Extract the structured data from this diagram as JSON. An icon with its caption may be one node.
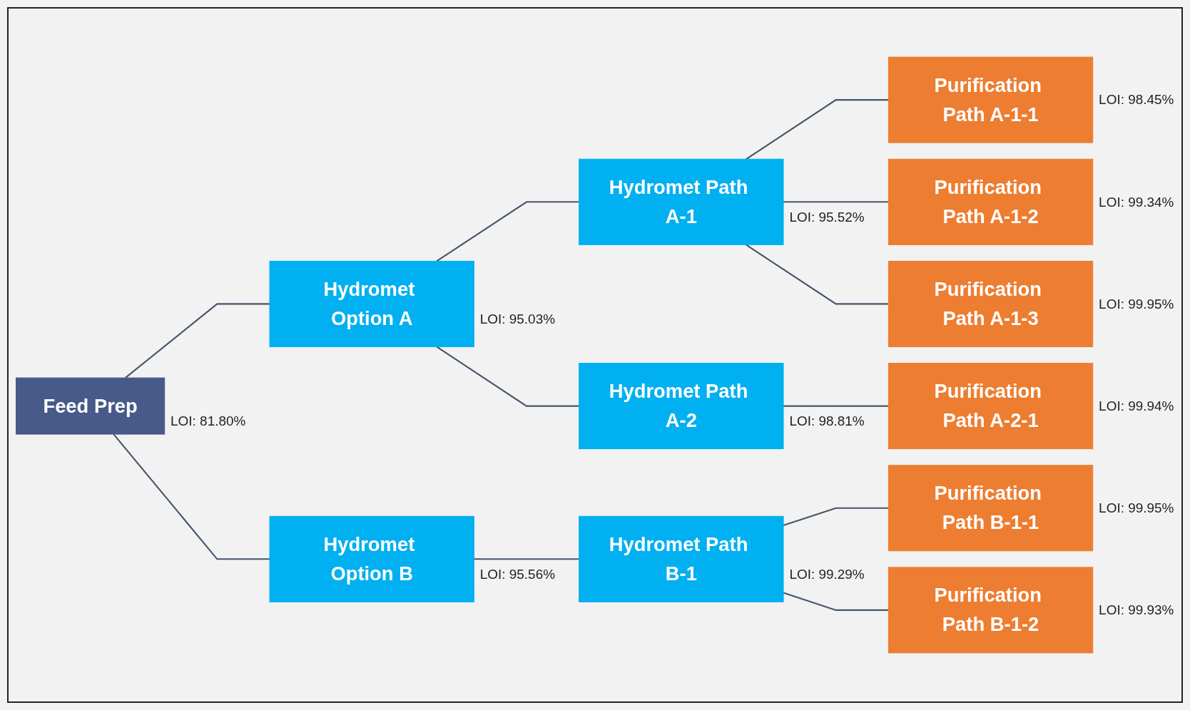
{
  "diagram": {
    "nodes": [
      {
        "text": [
          "Feed Prep"
        ],
        "beside": [
          "LOI: 81.80%"
        ]
      },
      {
        "text": [
          "Hydromet Option A"
        ],
        "beside": [
          "LOI: 95.03%"
        ]
      },
      {
        "text": [
          "Hydromet Option B"
        ],
        "beside": [
          "LOI: 95.56%"
        ]
      },
      {
        "text": [
          "Hydromet Path A-1"
        ],
        "beside": [
          "LOI: 95.52%"
        ]
      },
      {
        "text": [
          "Hydromet Path A-2"
        ],
        "beside": [
          "LOI: 98.81%"
        ]
      },
      {
        "text": [
          "Hydromet Path B-1"
        ],
        "beside": [
          "LOI: 99.29%"
        ]
      },
      {
        "text": [
          "Purification Path A-1-1"
        ],
        "beside": [
          "LOI: 98.45%"
        ]
      },
      {
        "text": [
          "Purification Path A-1-2"
        ],
        "beside": [
          "LOI: 99.34%"
        ]
      },
      {
        "text": [
          "Purification Path A-1-3"
        ],
        "beside": [
          "LOI: 99.95%"
        ]
      },
      {
        "text": [
          "Purification Path A-2-1"
        ],
        "beside": [
          "LOI: 99.94%"
        ]
      },
      {
        "text": [
          "Purification Path B-1-1"
        ],
        "beside": [
          "LOI: 99.95%"
        ]
      },
      {
        "text": [
          "Purification Path B-1-2"
        ],
        "beside": [
          "LOI: 99.93%"
        ]
      }
    ],
    "edges": [
      {
        "from": 0,
        "to": 1,
        "arrow": "none"
      },
      {
        "from": 0,
        "to": 2,
        "arrow": "none"
      },
      {
        "from": 1,
        "to": 3,
        "arrow": "none"
      },
      {
        "from": 1,
        "to": 4,
        "arrow": "none"
      },
      {
        "from": 2,
        "to": 5,
        "arrow": "none"
      },
      {
        "from": 3,
        "to": 6,
        "arrow": "none"
      },
      {
        "from": 3,
        "to": 7,
        "arrow": "none"
      },
      {
        "from": 3,
        "to": 8,
        "arrow": "none"
      },
      {
        "from": 4,
        "to": 9,
        "arrow": "none"
      },
      {
        "from": 5,
        "to": 10,
        "arrow": "none"
      },
      {
        "from": 5,
        "to": 11,
        "arrow": "none"
      }
    ]
  }
}
